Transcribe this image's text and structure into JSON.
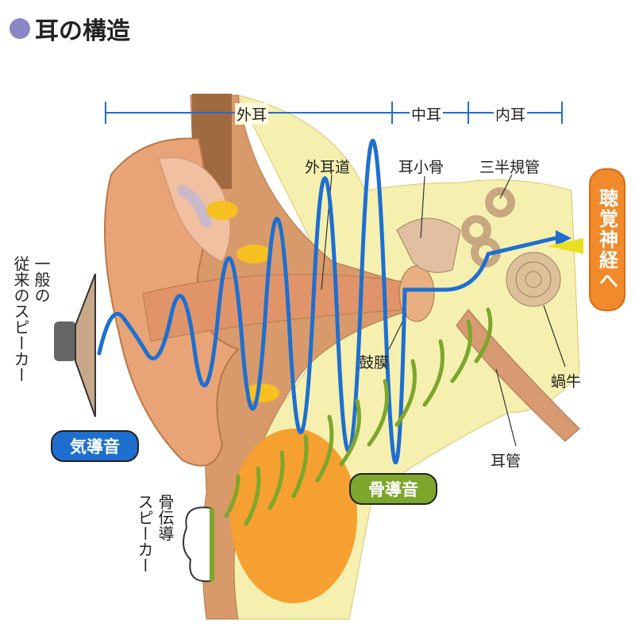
{
  "title": "耳の構造",
  "colors": {
    "air_wave": "#1e6fd0",
    "bone_wave": "#7da62c",
    "nerve": "#f08a2a",
    "title_dot": "#8b86c4"
  },
  "sections": {
    "outer": "外耳",
    "middle": "中耳",
    "inner": "内耳"
  },
  "labels": {
    "ear_canal": "外耳道",
    "ossicles": "耳小骨",
    "semicircular_canals": "三半規管",
    "eardrum": "鼓膜",
    "cochlea": "蝸牛",
    "eustachian_tube": "耳管",
    "to_auditory_nerve": "聴覚神経へ"
  },
  "speakers": {
    "conventional_line1": "一般の",
    "conventional_line2": "従来のスピーカー",
    "bone_line1": "骨伝導",
    "bone_line2": "スピーカー"
  },
  "badges": {
    "air_conduction": "気導音",
    "bone_conduction": "骨導音"
  }
}
